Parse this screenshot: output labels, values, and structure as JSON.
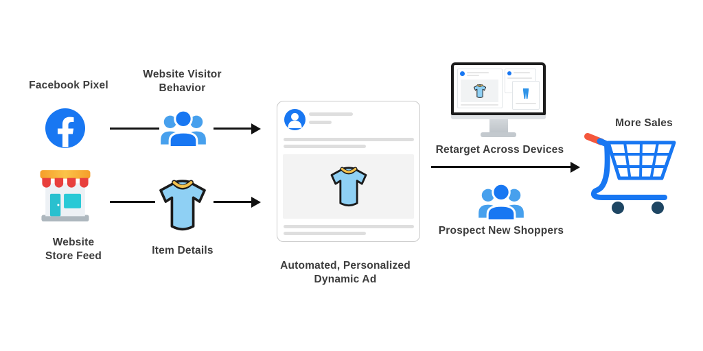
{
  "labels": {
    "facebook_pixel": "Facebook Pixel",
    "website_visitor_behavior": "Website Visitor\nBehavior",
    "website_store_feed": "Website\nStore Feed",
    "item_details": "Item Details",
    "dynamic_ad": "Automated, Personalized\nDynamic Ad",
    "retarget": "Retarget Across Devices",
    "prospect": "Prospect New Shoppers",
    "more_sales": "More Sales"
  },
  "icons": {
    "facebook_logo": "facebook-f-in-blue-circle",
    "storefront": "storefront-with-red-awning",
    "people_group": "three-person-group",
    "tshirt": "light-blue-t-shirt",
    "ad_avatar": "person-in-blue-circle",
    "monitor": "desktop-monitor-with-ads",
    "cart": "blue-shopping-cart"
  },
  "colors": {
    "facebook_blue": "#1877F2",
    "people_light_blue": "#47A0ED",
    "shirt_blue": "#8FD0F4",
    "collar_gold": "#F2C14E",
    "awning_red": "#E8403D",
    "awning_amber": "#F9B031",
    "store_teal": "#29C0CF",
    "store_base_gray": "#ADB7BE",
    "handle_red": "#F4573C",
    "wheel_navy": "#1E4663",
    "arrow_black": "#111111",
    "placeholder_gray": "#DEDEDE",
    "card_border": "#C9C9C9",
    "image_bg": "#F3F3F3",
    "text": "#3C3C3C"
  }
}
